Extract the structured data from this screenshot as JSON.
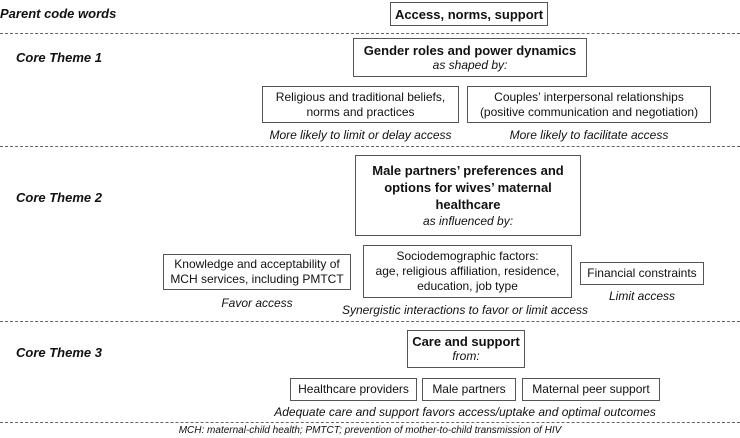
{
  "parent": {
    "label": "Parent code words",
    "box": "Access, norms, support"
  },
  "theme1": {
    "label": "Core Theme 1",
    "main_title": "Gender roles and power dynamics",
    "main_sub": "as shaped by:",
    "box_left": [
      "Religious and traditional beliefs,",
      "norms and practices"
    ],
    "caption_left": "More likely to limit or delay access",
    "box_right": [
      "Couples’ interpersonal relationships",
      "(positive communication and negotiation)"
    ],
    "caption_right": "More likely to facilitate access"
  },
  "theme2": {
    "label": "Core Theme 2",
    "main_title": [
      "Male partners’ preferences and",
      "options for wives’ maternal",
      "healthcare"
    ],
    "main_sub": "as influenced by:",
    "box_left": [
      "Knowledge and acceptability of",
      "MCH services, including PMTCT"
    ],
    "caption_left": "Favor access",
    "box_mid": [
      "Sociodemographic factors:",
      "age, religious affiliation, residence,",
      "education, job type"
    ],
    "caption_mid": "Synergistic interactions to favor or limit access",
    "box_right": "Financial constraints",
    "caption_right": "Limit access"
  },
  "theme3": {
    "label": "Core Theme 3",
    "main_title": "Care and support",
    "main_sub": "from:",
    "box_a": "Healthcare providers",
    "box_b": "Male partners",
    "box_c": "Maternal peer support",
    "caption": "Adequate care and support favors access/uptake and optimal outcomes"
  },
  "footer": "MCH: maternal-child health; PMTCT; prevention of mother-to-child transmission of HIV"
}
